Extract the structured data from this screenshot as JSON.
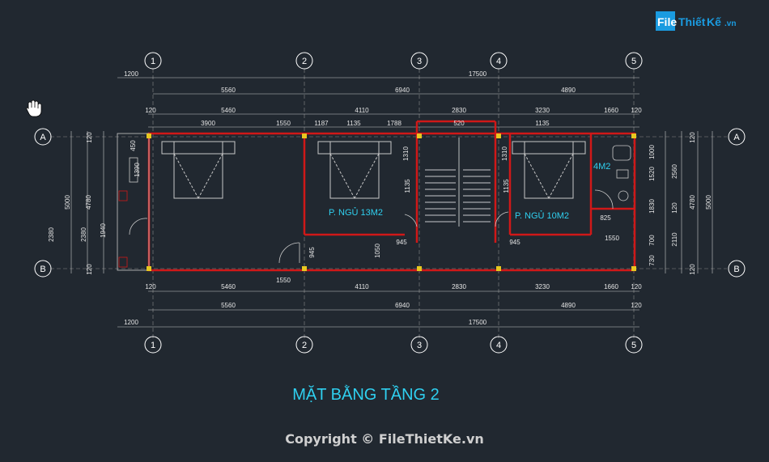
{
  "title": "MẶT BẰNG TẦNG 2",
  "copyright": "Copyright © FileThietKe.vn",
  "logo": {
    "file": "File",
    "thiet": "Thiết",
    "ke": "Kế",
    "vn": ".vn"
  },
  "cursor_icon": "hand-pan-icon",
  "colors": {
    "background": "#212830",
    "wall": "#d01818",
    "text_cyan": "#2fd0f0",
    "dim": "#e6e6e6",
    "logo_blue": "#1a9be0"
  },
  "axes": {
    "columns": [
      "1",
      "2",
      "3",
      "4",
      "5"
    ],
    "rows": [
      "A",
      "B"
    ]
  },
  "rooms": {
    "bed1": "P. NGỦ 13M2",
    "bed2": "P. NGỦ 10M2",
    "wc": "4M2"
  },
  "dimensions": {
    "top_overall": "17500",
    "top_segments": [
      "5560",
      "6940",
      "4890"
    ],
    "top_left_offset": "1200",
    "top_row3": [
      "120",
      "5460",
      "4110",
      "2830",
      "3230",
      "1660",
      "120"
    ],
    "top_row4": [
      "3900",
      "1550",
      "1187",
      "1135",
      "1788",
      "520",
      "1135"
    ],
    "bottom_row1": [
      "120",
      "5460",
      "4110",
      "2830",
      "3230",
      "1660",
      "120"
    ],
    "bottom_row2": [
      "5560",
      "6940",
      "4890",
      "120"
    ],
    "bottom_overall": "17500",
    "bottom_left_offset": "1200",
    "interior": [
      "450",
      "1390",
      "1310",
      "1135",
      "1310",
      "1135",
      "825",
      "1550",
      "1550",
      "945",
      "945",
      "945",
      "1050"
    ],
    "left_side": [
      "5000",
      "4780",
      "2380",
      "2380",
      "1940",
      "120",
      "120"
    ],
    "right_side": [
      "1000",
      "1520",
      "2560",
      "1830",
      "120",
      "2110",
      "700",
      "730",
      "4780",
      "5000",
      "120",
      "120"
    ]
  }
}
